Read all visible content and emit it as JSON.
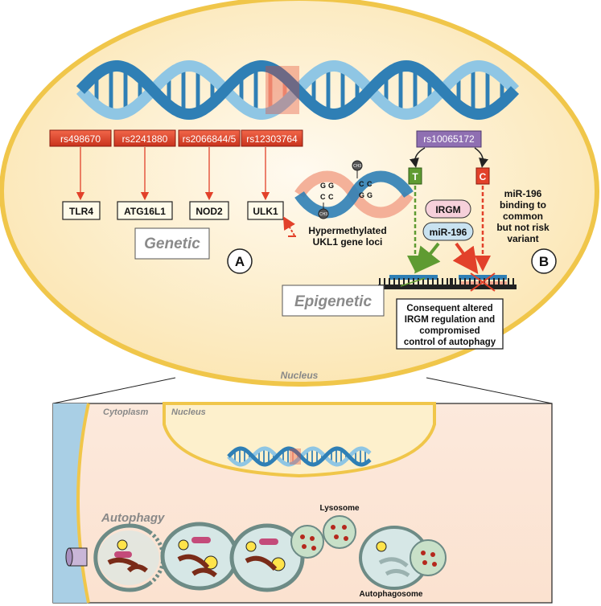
{
  "snps": [
    "rs498670",
    "rs2241880",
    "rs2066844/5",
    "rs12303764"
  ],
  "genes": [
    "TLR4",
    "ATG16L1",
    "NOD2",
    "ULK1"
  ],
  "genetic_label": "Genetic",
  "panel_a": "A",
  "hypermethylated": {
    "line1": "Hypermethylated",
    "line2": "UKL1 gene loci"
  },
  "methyl_mark": "CH3",
  "cpg": {
    "g": "G",
    "c": "C"
  },
  "epigenetic_label": "Epigenetic",
  "risk_snp": "rs10065172",
  "allele_t": "T",
  "allele_c": "C",
  "irgm": "IRGM",
  "mir196": "miR-196",
  "mir_note": {
    "line1": "miR-196",
    "line2": "binding to",
    "line3": "common",
    "line4": "but not risk",
    "line5": "variant"
  },
  "panel_b": "B",
  "consequence": {
    "line1": "Consequent altered",
    "line2": "IRGM regulation and",
    "line3": "compromised",
    "line4": "control of autophagy"
  },
  "nucleus_label": "Nucleus",
  "inset": {
    "cytoplasm": "Cytoplasm",
    "nucleus": "Nucleus",
    "autophagy": "Autophagy",
    "lysosome": "Lysosome",
    "autophagosome": "Autophagosome"
  },
  "colors": {
    "nucleus_fill": "#fdf0cc",
    "nucleus_edge": "#f0c64a",
    "snp_red": "#e2412a",
    "risk_purple": "#8f6fb2",
    "allele_green": "#5f9b32",
    "allele_red": "#e2412a",
    "dna_blue": "#2f7fb5",
    "dna_light": "#8fc6e4",
    "cytoplasm": "#fbe6d8",
    "lysosome": "#c8e0c8"
  }
}
